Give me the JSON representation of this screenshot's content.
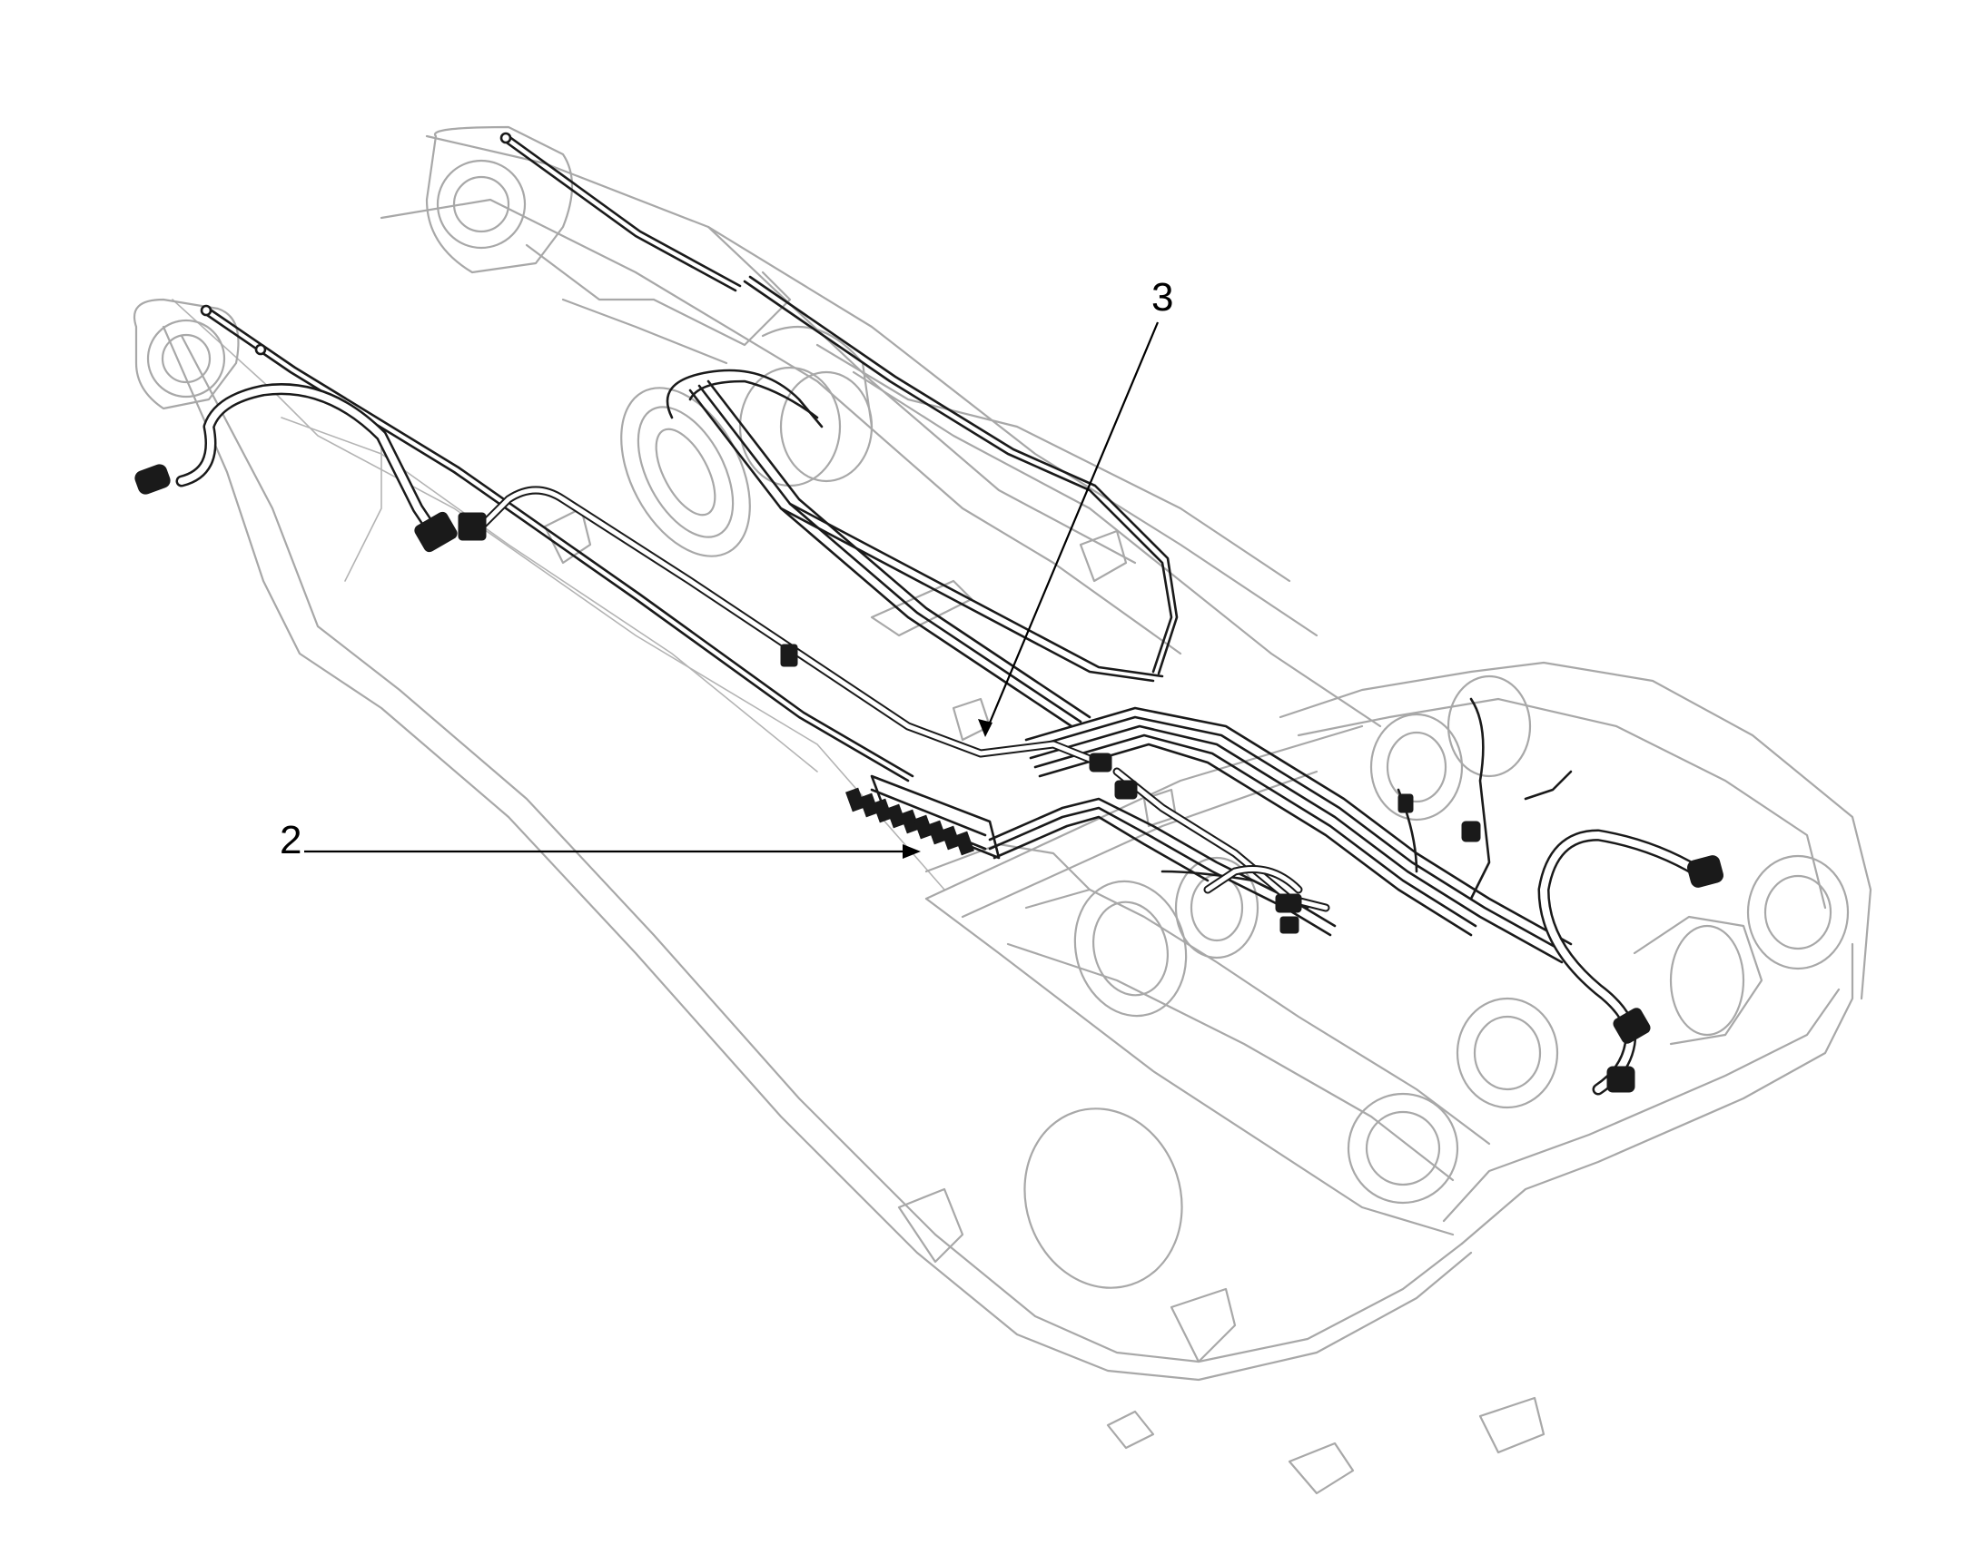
{
  "callouts": [
    {
      "id": "2",
      "label": "2"
    },
    {
      "id": "3",
      "label": "3"
    }
  ],
  "colors": {
    "frame": "#a8a8a8",
    "hoses": "#1a1a1a",
    "callout": "#000000",
    "background": "#ffffff"
  }
}
